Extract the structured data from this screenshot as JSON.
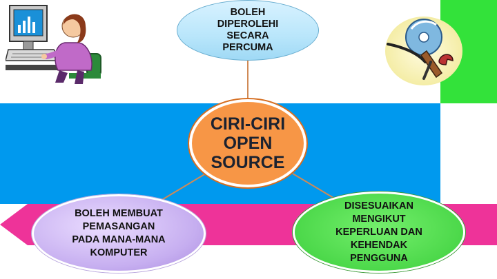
{
  "diagram": {
    "center": {
      "label": "CIRI-CIRI\nOPEN\nSOURCE"
    },
    "nodes": [
      {
        "id": "top",
        "label": "BOLEH\nDIPEROLEHI\nSECARA\nPERCUMA"
      },
      {
        "id": "left",
        "label": "BOLEH MEMBUAT\nPEMASANGAN\nPADA MANA-MANA\nKOMPUTER"
      },
      {
        "id": "right",
        "label": "DISESUAIKAN\nMENGIKUT\nKEPERLUAN DAN\nKEHENDAK\nPENGGUNA"
      }
    ]
  },
  "colors": {
    "blue_band": "#0099ee",
    "pink_band": "#ee3399",
    "green_band": "#33e23a",
    "center_fill": "#f79646",
    "top_fill": "#c4eafc",
    "left_fill": "#c6aef0",
    "right_fill": "#4cd84a",
    "connector": "#d08a56"
  },
  "icons": {
    "left_clipart": "woman-at-computer-icon",
    "right_clipart": "disc-and-tools-icon"
  }
}
